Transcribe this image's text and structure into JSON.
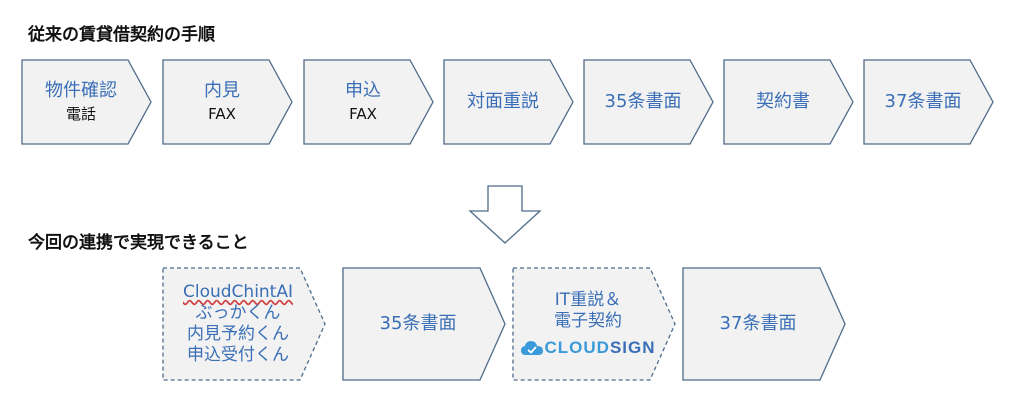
{
  "headings": {
    "traditional": "従来の賃貸借契約の手順",
    "now": "今回の連携で実現できること"
  },
  "top_steps": [
    {
      "title": "物件確認",
      "sub": "電話"
    },
    {
      "title": "内見",
      "sub": "FAX"
    },
    {
      "title": "申込",
      "sub": "FAX"
    },
    {
      "title": "対面重説",
      "sub": ""
    },
    {
      "title": "35条書面",
      "sub": ""
    },
    {
      "title": "契約書",
      "sub": ""
    },
    {
      "title": "37条書面",
      "sub": ""
    }
  ],
  "bottom_steps": [
    {
      "lines": [
        "CloudChintAI",
        "ぶっかくん",
        "内見予約くん",
        "申込受付くん"
      ],
      "dashed": true
    },
    {
      "title": "35条書面",
      "dashed": false
    },
    {
      "lines": [
        "IT重説＆",
        "電子契約"
      ],
      "logo": "CLOUDSIGN",
      "dashed": true
    },
    {
      "title": "37条書面",
      "dashed": false
    }
  ],
  "colors": {
    "box_fill": "#f2f2f2",
    "box_stroke": "#4f6b8a",
    "label_blue": "#3a6fb7",
    "logo_blue": "#3b9ad9"
  },
  "icons": [
    "down-arrow-icon",
    "cloud-icon"
  ]
}
